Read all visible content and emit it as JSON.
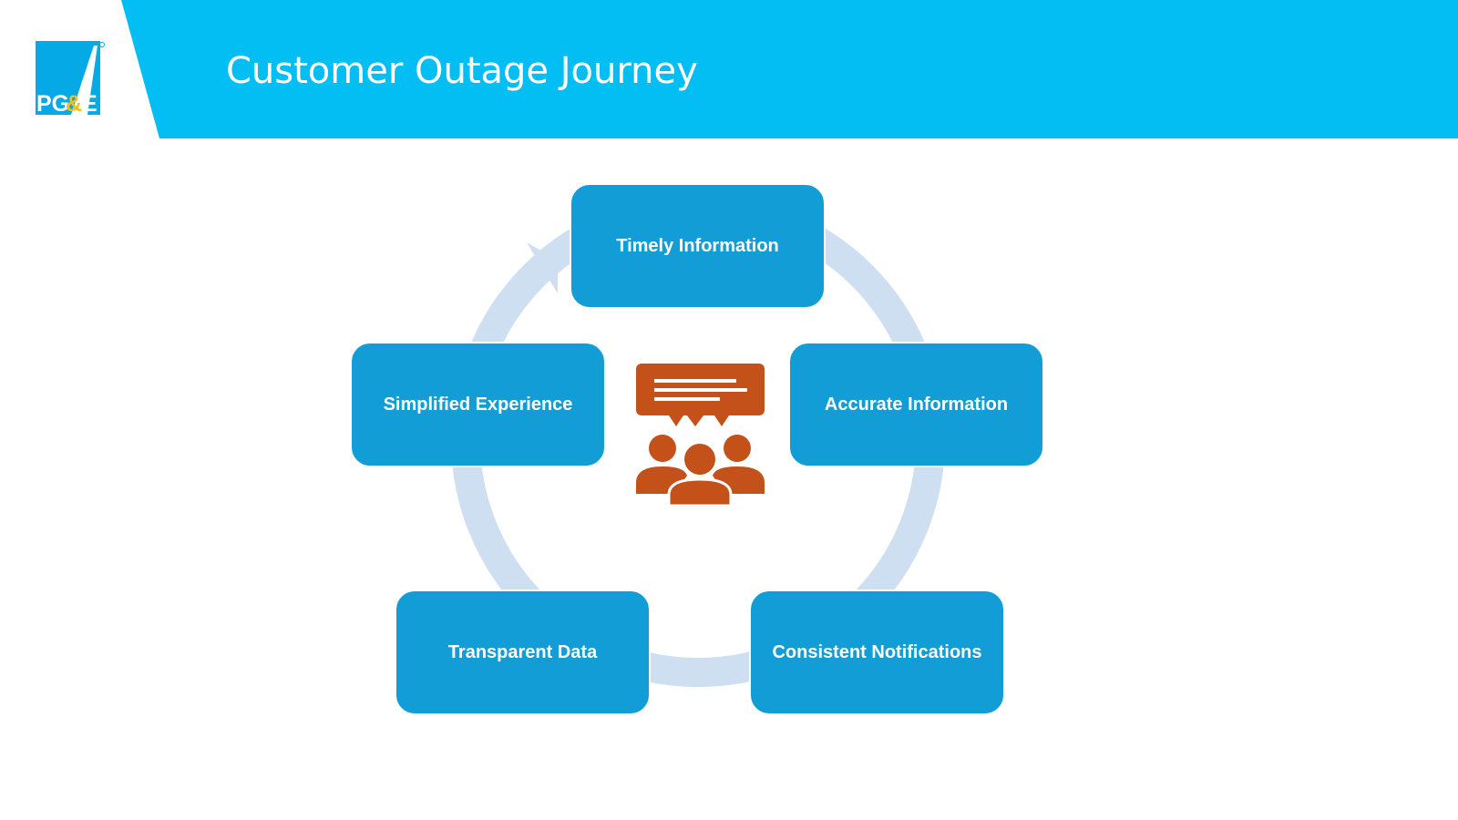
{
  "header": {
    "title": "Customer Outage Journey",
    "band_color": "#02bef3",
    "logo": {
      "icon": "pge-logo-icon",
      "text": "PG&E"
    }
  },
  "diagram": {
    "type": "cycle",
    "center_icon": "group-discussion-icon",
    "center_icon_color": "#c5511a",
    "node_color": "#129dd6",
    "arrow_color": "#cddff0",
    "nodes": [
      {
        "label": "Timely Information"
      },
      {
        "label": "Accurate Information"
      },
      {
        "label": "Consistent Notifications"
      },
      {
        "label": "Transparent Data"
      },
      {
        "label": "Simplified Experience"
      }
    ]
  }
}
